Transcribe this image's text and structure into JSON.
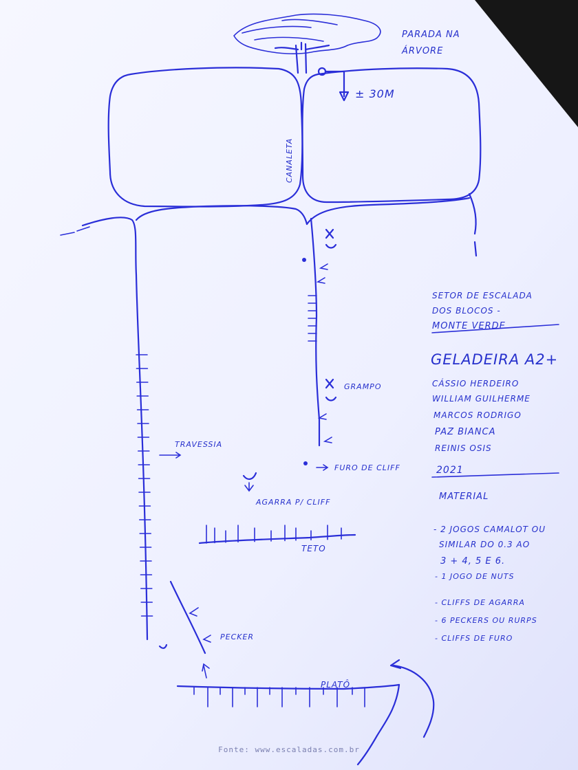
{
  "tree_label_line1": "PARADA NA",
  "tree_label_line2": "ÁRVORE",
  "rappel_length": "± 30M",
  "canaleta": "CANALETA",
  "grampo": "GRAMPO",
  "travessia": "TRAVESSIA",
  "furo_de_cliff": "FURO DE CLIFF",
  "agarra_cliff": "AGARRA P/ CLIFF",
  "teto": "TETO",
  "pecker": "PECKER",
  "plato": "PLATÔ",
  "sector": {
    "line1": "SETOR DE ESCALADA",
    "line2": "DOS BLOCOS -",
    "line3": "MONTE VERDE"
  },
  "route": {
    "name": "GELADEIRA A2+",
    "climbers": [
      "CÁSSIO HERDEIRO",
      "WILLIAM GUILHERME",
      "MARCOS RODRIGO",
      "PAZ BIANCA",
      "REINIS OSIS"
    ],
    "year": "2021"
  },
  "material": {
    "title": "MATERIAL",
    "items": [
      "- 2 JOGOS CAMALOT OU",
      "SIMILAR DO 0.3 AO",
      "3 + 4, 5 E 6.",
      "- 1 JOGO DE NUTS",
      "- CLIFFS DE AGARRA",
      "- 6 PECKERS OU RURPS",
      "- CLIFFS DE FURO"
    ]
  },
  "footer": "Fonte: www.escaladas.com.br",
  "colors": {
    "ink": "#2a2ed8",
    "paper": "#f4f6ff",
    "background": "#1a1a1a"
  }
}
